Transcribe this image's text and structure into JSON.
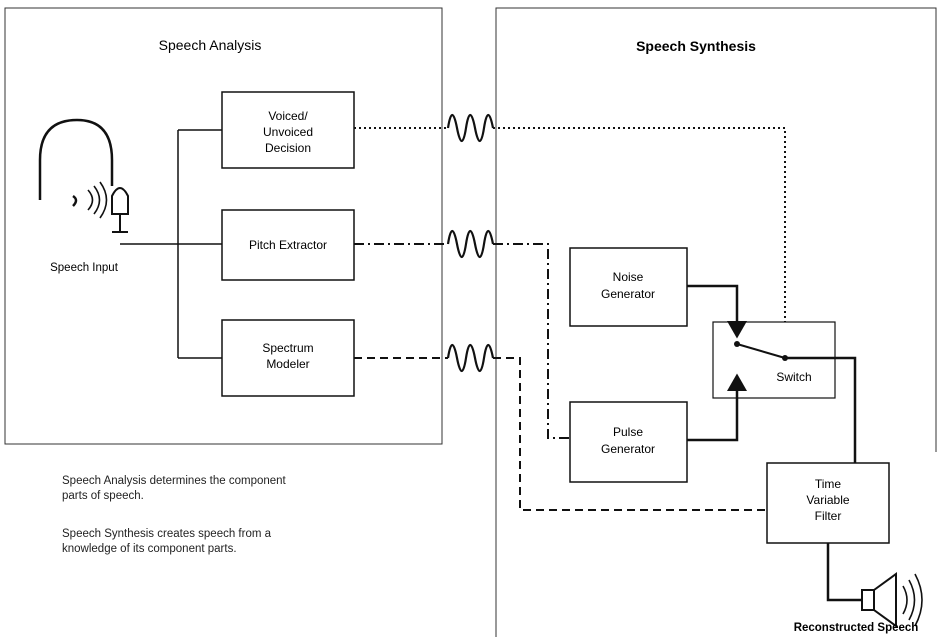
{
  "analysis": {
    "title": "Speech Analysis",
    "input_label": "Speech Input",
    "blocks": {
      "voiced_line1": "Voiced/",
      "voiced_line2": "Unvoiced",
      "voiced_line3": "Decision",
      "pitch": "Pitch Extractor",
      "spectrum_line1": "Spectrum",
      "spectrum_line2": "Modeler"
    }
  },
  "synthesis": {
    "title": "Speech Synthesis",
    "blocks": {
      "noise_line1": "Noise",
      "noise_line2": "Generator",
      "pulse_line1": "Pulse",
      "pulse_line2": "Generator",
      "switch": "Switch",
      "filter_line1": "Time",
      "filter_line2": "Variable",
      "filter_line3": "Filter"
    },
    "output_label": "Reconstructed Speech"
  },
  "captions": {
    "analysis_line1": "Speech Analysis determines the component",
    "analysis_line2": "parts of speech.",
    "synthesis_line1": "Speech Synthesis creates speech from a",
    "synthesis_line2": "knowledge of its component parts."
  },
  "colors": {
    "ink": "#111111",
    "frame": "#333333",
    "background": "#ffffff"
  }
}
